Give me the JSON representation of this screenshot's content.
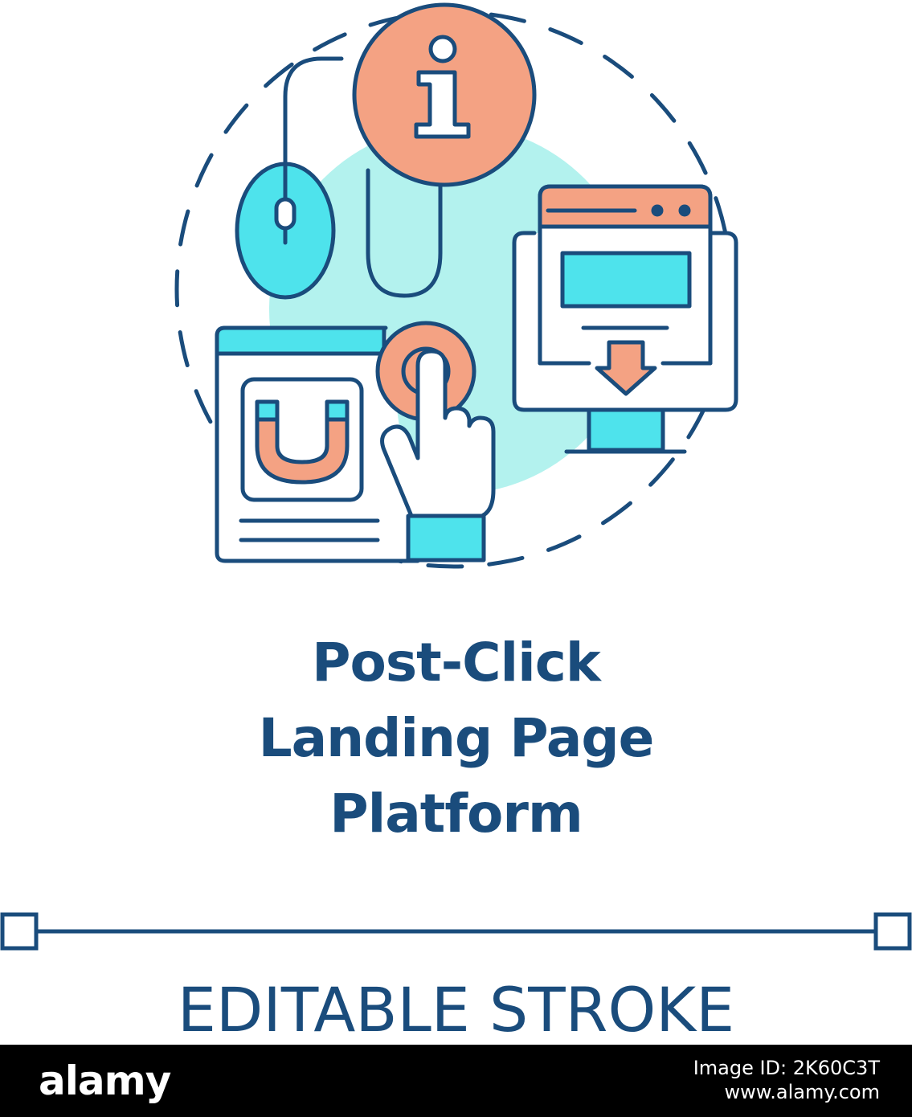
{
  "colors": {
    "stroke": "#1a4c7c",
    "cyan": "#4ee3ec",
    "mint": "#b3f2ee",
    "salmon": "#f4a283",
    "background": "#ffffff",
    "footer_bg": "#000000",
    "footer_text": "#ffffff"
  },
  "icons": [
    "mouse-icon",
    "info-icon",
    "browser-window-icon",
    "magnet-icon",
    "pointing-hand-icon",
    "monitor-download-icon"
  ],
  "title_lines": [
    "Post-Click",
    "Landing Page",
    "Platform"
  ],
  "caption": "EDITABLE STROKE",
  "footer": {
    "logo": "alamy",
    "image_id": "Image ID: 2K60C3T",
    "site": "www.alamy.com"
  }
}
